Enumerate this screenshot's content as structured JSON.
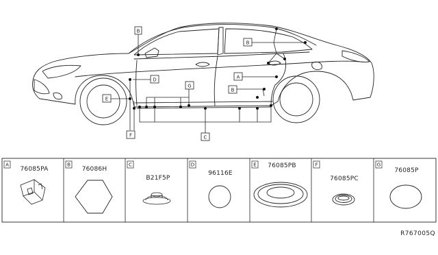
{
  "callouts": {
    "top_B": "B",
    "rear_B": "B",
    "mid_A": "A",
    "mid_B": "B",
    "front_D": "D",
    "front_E": "E",
    "low_G": "G",
    "bottom_F": "F",
    "bottom_C": "C"
  },
  "parts": [
    {
      "letter": "A",
      "code": "76085PA"
    },
    {
      "letter": "B",
      "code": "76086H"
    },
    {
      "letter": "C",
      "code": "B21F5P"
    },
    {
      "letter": "D",
      "code": "96116E"
    },
    {
      "letter": "E",
      "code": "76085PB"
    },
    {
      "letter": "F",
      "code": "76085PC"
    },
    {
      "letter": "G",
      "code": "76085P"
    }
  ],
  "reference_code": "R767005Q"
}
